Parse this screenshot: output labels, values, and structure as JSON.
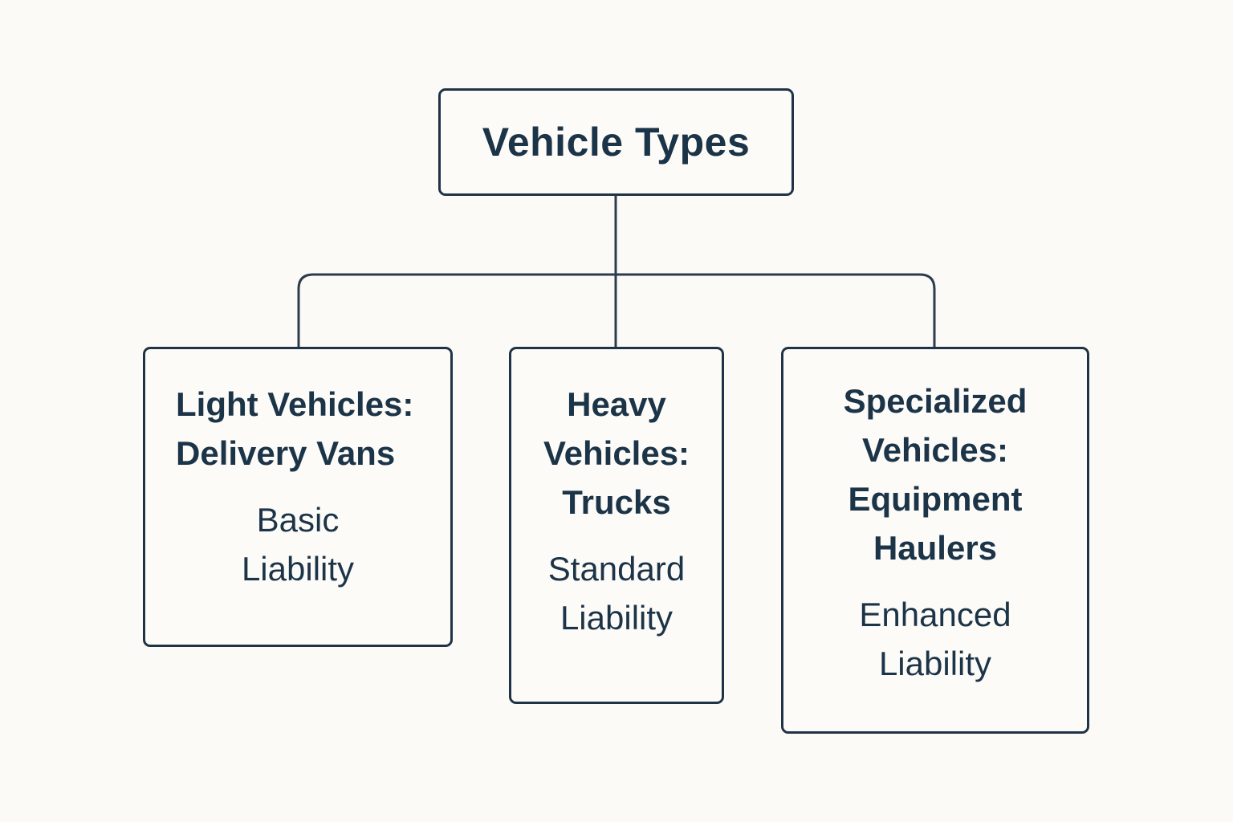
{
  "diagram": {
    "type": "hierarchy",
    "root": {
      "label": "Vehicle Types"
    },
    "children": [
      {
        "id": "light",
        "category_lines": [
          "Light Vehicles:",
          "Delivery Vans"
        ],
        "coverage_lines": [
          "Basic",
          "Liability"
        ]
      },
      {
        "id": "heavy",
        "category_lines": [
          "Heavy",
          "Vehicles:",
          "Trucks"
        ],
        "coverage_lines": [
          "Standard",
          "Liability"
        ]
      },
      {
        "id": "specialized",
        "category_lines": [
          "Specialized",
          "Vehicles:",
          "Equipment",
          "Haulers"
        ],
        "coverage_lines": [
          "Enhanced",
          "Liability"
        ]
      }
    ],
    "colors": {
      "background": "#fcfaf6",
      "text": "#1c3448",
      "stroke": "#1e3346"
    }
  }
}
